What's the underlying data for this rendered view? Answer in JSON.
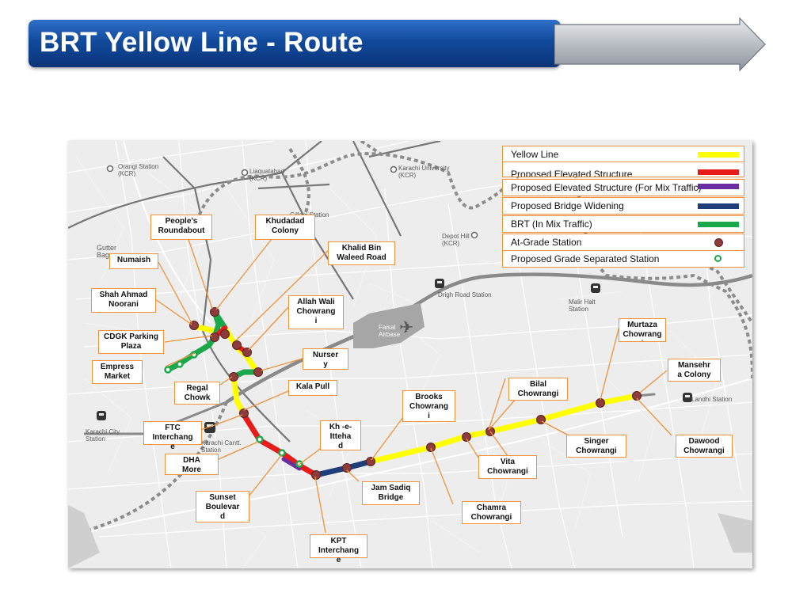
{
  "title": "BRT Yellow Line - Route",
  "colors": {
    "yellow_line": "#ffff00",
    "elevated": "#e81b1b",
    "elevated_mix": "#6a2ea0",
    "bridge_widening": "#1f3d7a",
    "brt_mix": "#1aa84a",
    "at_grade_station": "#8e3b3b",
    "grade_separated_station": "#1aa84a",
    "label_border": "#f0923a"
  },
  "legend": [
    {
      "label": "Yellow Line",
      "type": "line",
      "color": "#ffff00"
    },
    {
      "label": "Proposed Elevated Structure",
      "type": "line",
      "color": "#e81b1b"
    },
    {
      "label": "Proposed Elevated Structure (For Mix Traffic)",
      "type": "line",
      "color": "#6a2ea0"
    },
    {
      "label": "Proposed Bridge Widening",
      "type": "line",
      "color": "#1f3d7a"
    },
    {
      "label": "BRT (In Mix Traffic)",
      "type": "line",
      "color": "#1aa84a"
    },
    {
      "label": "At-Grade Station",
      "type": "dot",
      "color": "#8e3b3b"
    },
    {
      "label": "Proposed Grade Separated Station",
      "type": "ring",
      "color": "#1aa84a"
    }
  ],
  "map_labels": {
    "orangi": "Orangi Station\n(KCR)",
    "liaquatabad": "Liaquatabad\n(KCR)",
    "karachi_university": "Karachi University\n(KCR)",
    "depot_hill": "Depot Hill\n(KCR)",
    "drigh_road": "Drigh Road Station",
    "malir_halt": "Malir Halt\nStation",
    "landhi": "Landhi Station",
    "karachi_city": "Karachi City\nStation",
    "karachi_cantt": "Karachi Cantt.\nStation",
    "faisal_airbase": "Faisal\nAirbase",
    "gutter_bag": "Gutter\nBag",
    "gillani": "Gillani Station"
  },
  "stations": [
    {
      "id": "peoples-roundabout",
      "name": "People’s\nRoundabout"
    },
    {
      "id": "khudadad-colony",
      "name": "Khudadad\nColony"
    },
    {
      "id": "khalid-bin-waleed-road",
      "name": "Khalid Bin\nWaleed Road"
    },
    {
      "id": "numaish",
      "name": "Numaish"
    },
    {
      "id": "shah-ahmad-noorani",
      "name": "Shah Ahmad\nNoorani"
    },
    {
      "id": "allah-wali-chowrangi",
      "name": "Allah Wali\nChowrang\ni"
    },
    {
      "id": "cdgk-parking-plaza",
      "name": "CDGK Parking\nPlaza"
    },
    {
      "id": "nursery",
      "name": "Nurser\ny"
    },
    {
      "id": "empress-market",
      "name": "Empress\nMarket"
    },
    {
      "id": "regal-chowk",
      "name": "Regal\nChowk"
    },
    {
      "id": "kala-pull",
      "name": "Kala Pull"
    },
    {
      "id": "ftc-interchange",
      "name": "FTC\nInterchang\ne"
    },
    {
      "id": "kh-e-ittehad",
      "name": "Kh -e-\nItteha\nd"
    },
    {
      "id": "dha-more",
      "name": "DHA\nMore"
    },
    {
      "id": "sunset-boulevard",
      "name": "Sunset\nBoulevar\nd"
    },
    {
      "id": "kpt-interchange",
      "name": "KPT\nInterchang\ne"
    },
    {
      "id": "jam-sadiq-bridge",
      "name": "Jam Sadiq\nBridge"
    },
    {
      "id": "brooks-chowrangi",
      "name": "Brooks\nChowrang\ni"
    },
    {
      "id": "bilal-chowrangi",
      "name": "Bilal\nChowrangi"
    },
    {
      "id": "vita-chowrangi",
      "name": "Vita\nChowrangi"
    },
    {
      "id": "chamra-chowrangi",
      "name": "Chamra\nChowrangi"
    },
    {
      "id": "singer-chowrangi",
      "name": "Singer\nChowrangi"
    },
    {
      "id": "murtaza-chowrangi",
      "name": "Murtaza\nChowrang\ni"
    },
    {
      "id": "mansehra-colony",
      "name": "Mansehr\na Colony"
    },
    {
      "id": "dawood-chowrangi",
      "name": "Dawood\nChowrangi"
    }
  ]
}
